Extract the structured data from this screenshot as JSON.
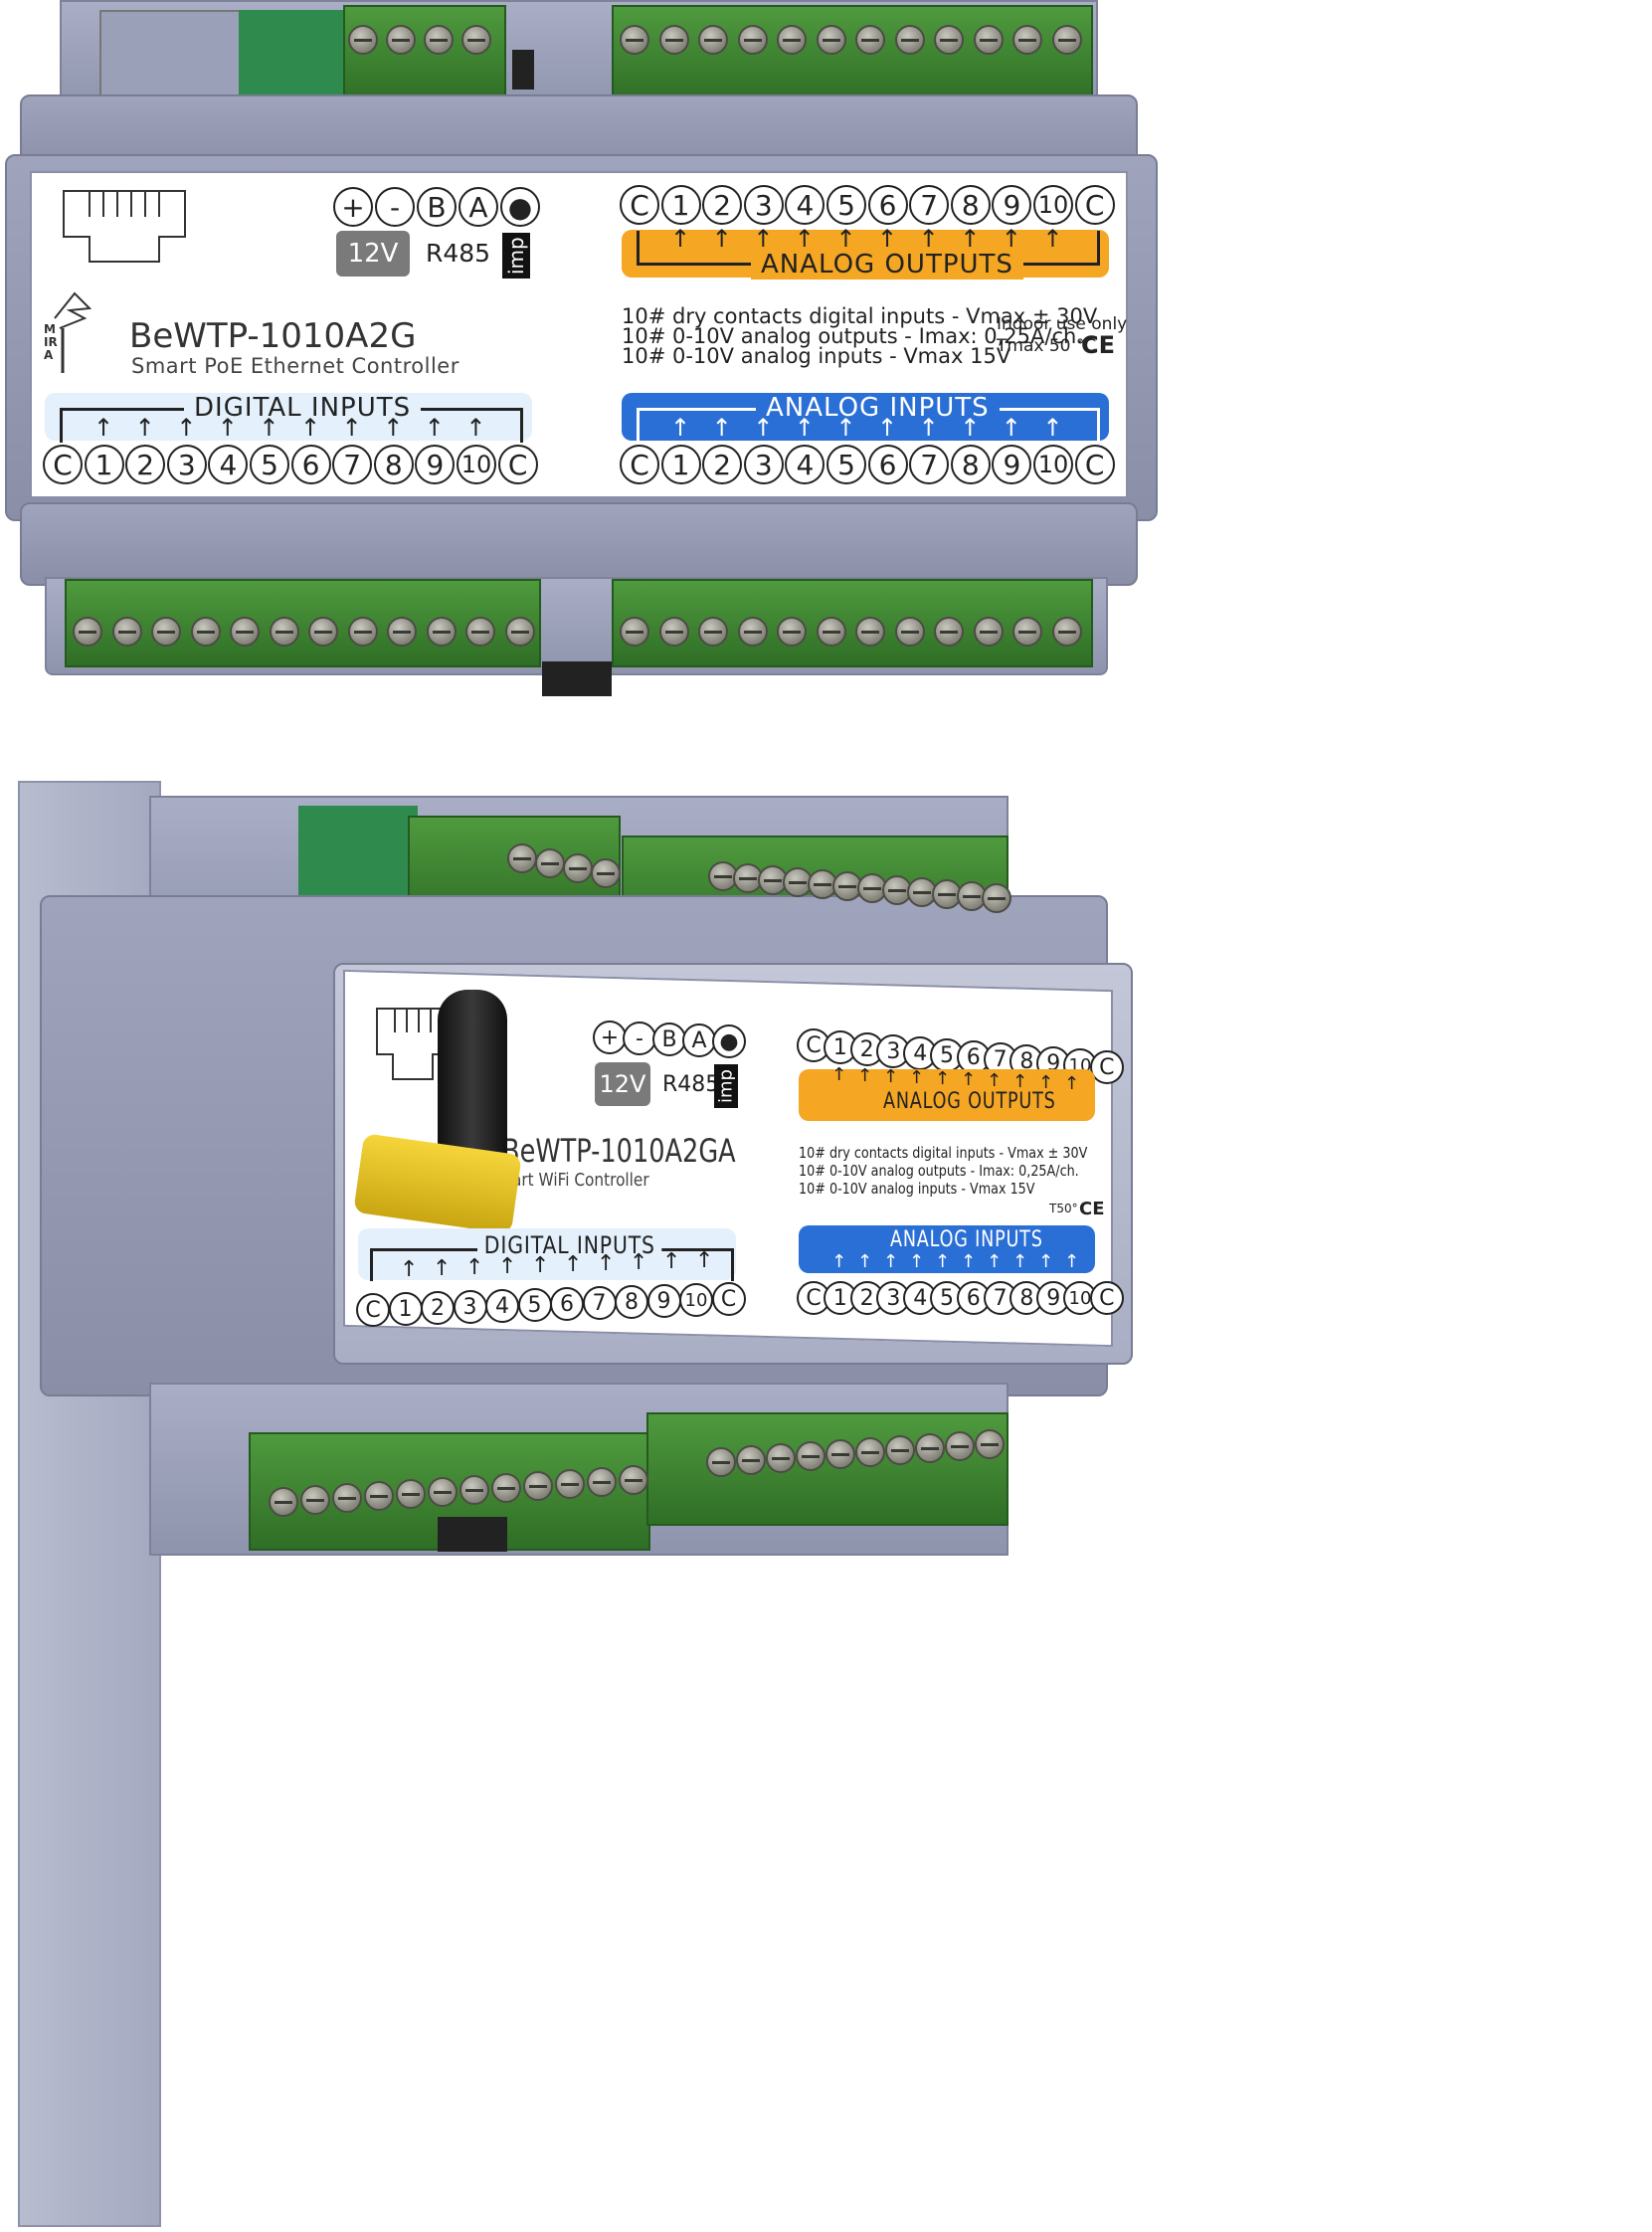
{
  "top_device": {
    "model": "BeWTP-1010A2G",
    "subtitle": "Smart PoE Ethernet Controller",
    "power_label": "12V",
    "bus_label": "R485",
    "imp_label": "imp",
    "bus_terminals": [
      "+",
      "-",
      "B",
      "A",
      "●"
    ],
    "analog_outputs_title": "ANALOG OUTPUTS",
    "analog_inputs_title": "ANALOG INPUTS",
    "digital_inputs_title": "DIGITAL  INPUTS",
    "channels": [
      "C",
      "1",
      "2",
      "3",
      "4",
      "5",
      "6",
      "7",
      "8",
      "9",
      "10",
      "C"
    ],
    "specs": [
      "10# dry contacts digital inputs - Vmax ± 30V",
      "10# 0-10V analog outputs  - Imax: 0,25A/ch.",
      "10# 0-10V analog inputs - Vmax 15V"
    ],
    "indoor": "Indoor use only",
    "tmax": "Tmax 50 °C",
    "ce": "CE",
    "logo_text": "MIRA"
  },
  "bottom_device": {
    "model": "BeWTP-1010A2GA",
    "subtitle": "art WiFi Controller",
    "power_label": "12V",
    "bus_label": "R485",
    "imp_label": "imp",
    "bus_terminals": [
      "+",
      "-",
      "B",
      "A",
      "●"
    ],
    "analog_outputs_title": "ANALOG OUTPUTS",
    "analog_inputs_title": "ANALOG INPUTS",
    "digital_inputs_title": "DIGITAL  INPUTS",
    "channels": [
      "C",
      "1",
      "2",
      "3",
      "4",
      "5",
      "6",
      "7",
      "8",
      "9",
      "10",
      "C"
    ],
    "specs": [
      "10# dry contacts digital inputs - Vmax ± 30V",
      "10# 0-10V analog outputs  - Imax: 0,25A/ch.",
      "10# 0-10V analog inputs - Vmax 15V"
    ],
    "tmax": "T50°",
    "ce": "CE"
  },
  "colors": {
    "housing": "#a0a5bd",
    "terminal_green": "#3f8a33",
    "analog_outputs": "#f5a623",
    "analog_inputs": "#2a6fd6",
    "digital_inputs_bg": "#e4f0fb",
    "power_badge": "#7a7a7a",
    "antenna": "#1a1a1a",
    "antenna_connector": "#e8c21a"
  },
  "icons": [
    "rj45-port-icon",
    "mira-logo-icon",
    "ce-mark-icon",
    "antenna-icon"
  ]
}
